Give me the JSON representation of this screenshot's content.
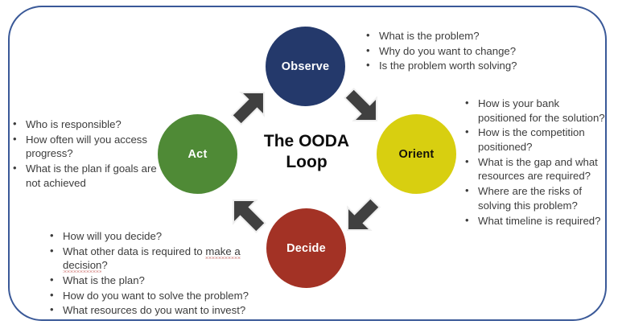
{
  "diagram": {
    "center_title": "The OODA\nLoop",
    "frame_color": "#3a5998",
    "arrow_color": "#404040",
    "nodes": [
      {
        "id": "observe",
        "label": "Observe",
        "color": "#24396b",
        "text_color": "#ffffff"
      },
      {
        "id": "orient",
        "label": "Orient",
        "color": "#d8cf10",
        "text_color": "#14120a"
      },
      {
        "id": "decide",
        "label": "Decide",
        "color": "#a33225",
        "text_color": "#ffffff"
      },
      {
        "id": "act",
        "label": "Act",
        "color": "#4f8a36",
        "text_color": "#ffffff"
      }
    ],
    "arrows": [
      {
        "id": "act-observe",
        "from": "Act",
        "to": "Observe",
        "direction": "up-right"
      },
      {
        "id": "observe-orient",
        "from": "Observe",
        "to": "Orient",
        "direction": "down-right"
      },
      {
        "id": "orient-decide",
        "from": "Orient",
        "to": "Decide",
        "direction": "down-left"
      },
      {
        "id": "decide-act",
        "from": "Decide",
        "to": "Act",
        "direction": "up-left"
      }
    ],
    "bullet_groups": {
      "observe": [
        "What is the problem?",
        "Why do you want to change?",
        "Is the problem worth solving?"
      ],
      "orient": [
        "How is your bank positioned for the solution?",
        "How is the competition positioned?",
        "What is the gap and what resources are required?",
        "Where are the risks of solving this problem?",
        "What timeline is required?"
      ],
      "decide": [
        "How will you decide?",
        "What other data is required to make a decision?",
        "What is the plan?",
        "How do you want to solve the problem?",
        "What resources do you want to invest?"
      ],
      "act": [
        "Who is responsible?",
        "How often will you access progress?",
        "What is the plan if goals are not achieved"
      ]
    },
    "decide_misspelling": {
      "prefix": "What other data is required to ",
      "flagged": "make a decision",
      "suffix": "?"
    }
  }
}
